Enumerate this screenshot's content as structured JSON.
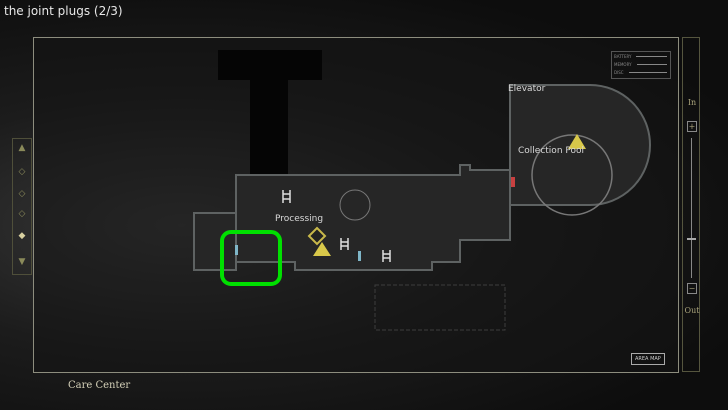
{
  "caption": "the joint plugs (2/3)",
  "map": {
    "labels": {
      "elevator": "Elevator",
      "collection_pool": "Collection Pool",
      "processing": "Processing"
    },
    "area_map_button": "AREA MAP",
    "legend": [
      "BATTERY",
      "MEMORY",
      "DISC"
    ],
    "highlight_color": "#00e000"
  },
  "zoom": {
    "in_label": "In",
    "out_label": "Out",
    "plus": "+",
    "minus": "−"
  },
  "floor_selector": [
    "▲",
    "◇",
    "◇",
    "◇",
    "◆",
    "▼"
  ],
  "location_name": "Care Center"
}
